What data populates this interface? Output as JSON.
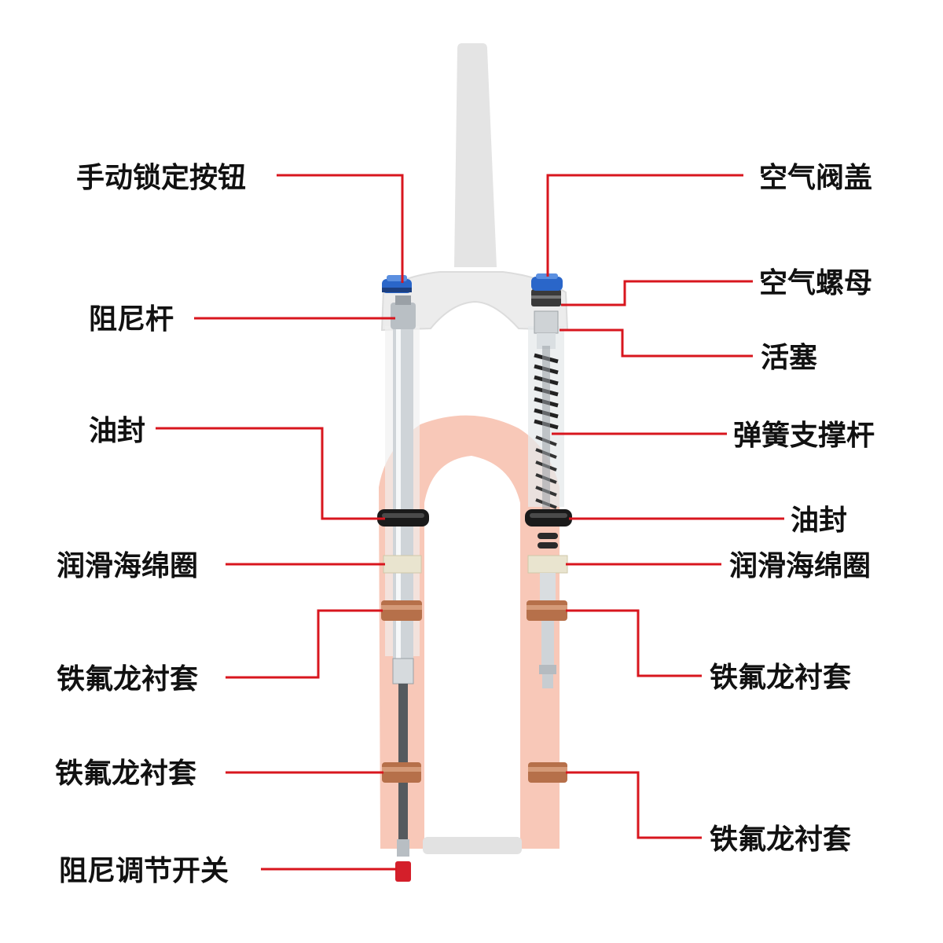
{
  "colors": {
    "leader_line": "#d8161e",
    "label_text": "#111111",
    "lower_leg": "#f8c8b8",
    "crown": "#ececec",
    "stanchion": "#d9dde0",
    "bushing": "#b6704a",
    "sponge_ring": "#e9e4cf",
    "seal": "#1a1a1a",
    "knob": "#2a66c9",
    "damper_switch": "#d41f2a"
  },
  "labels": {
    "left": [
      {
        "id": "lockout",
        "text": "手动锁定按钮"
      },
      {
        "id": "damper_rod",
        "text": "阻尼杆"
      },
      {
        "id": "oil_seal_l",
        "text": "油封"
      },
      {
        "id": "sponge_l",
        "text": "润滑海绵圈"
      },
      {
        "id": "bushing_l1",
        "text": "铁氟龙衬套"
      },
      {
        "id": "bushing_l2",
        "text": "铁氟龙衬套"
      },
      {
        "id": "rebound",
        "text": "阻尼调节开关"
      }
    ],
    "right": [
      {
        "id": "air_cap",
        "text": "空气阀盖"
      },
      {
        "id": "air_nut",
        "text": "空气螺母"
      },
      {
        "id": "piston",
        "text": "活塞"
      },
      {
        "id": "spring_rod",
        "text": "弹簧支撑杆"
      },
      {
        "id": "oil_seal_r",
        "text": "油封"
      },
      {
        "id": "sponge_r",
        "text": "润滑海绵圈"
      },
      {
        "id": "bushing_r1",
        "text": "铁氟龙衬套"
      },
      {
        "id": "bushing_r2",
        "text": "铁氟龙衬套"
      }
    ]
  }
}
